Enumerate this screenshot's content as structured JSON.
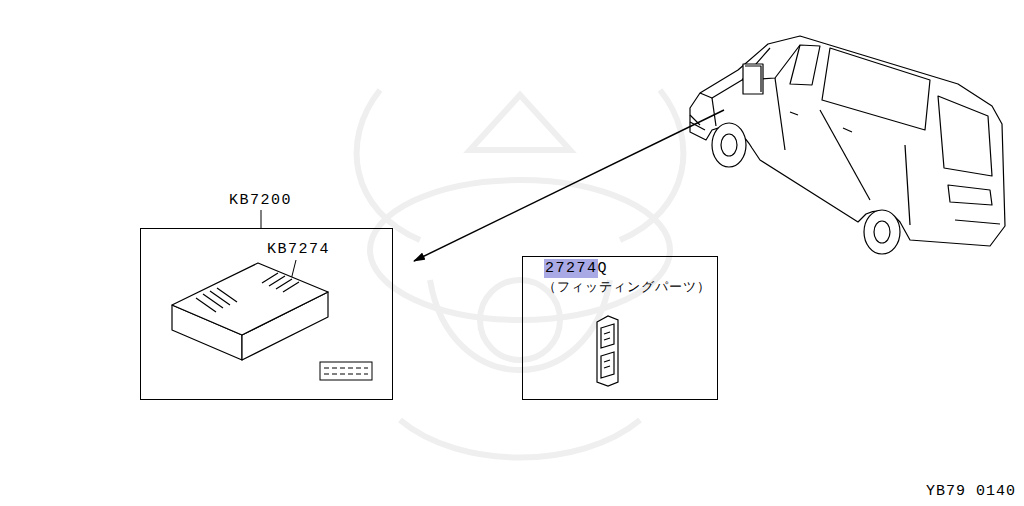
{
  "diagram": {
    "nodes": [
      {
        "text": [
          "KB7200",
          "KB7274"
        ]
      },
      {
        "text": [
          "27274Q",
          "（フィッティングパーツ）"
        ]
      }
    ],
    "labels": [
      "YB79 0140"
    ]
  }
}
